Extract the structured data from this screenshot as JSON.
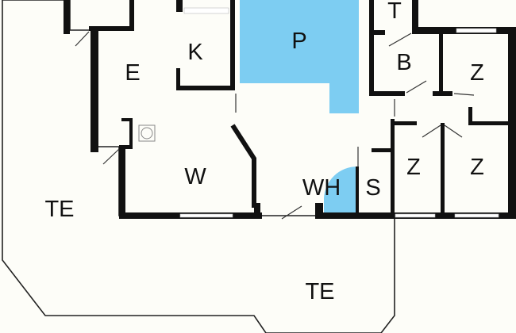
{
  "plan": {
    "colors": {
      "pool": "#7dcdf2",
      "wall": "#111111",
      "floor": "#fdfdf8"
    },
    "rooms": {
      "toilet": "T",
      "kitchen": "K",
      "pool": "P",
      "bathroom": "B",
      "bedroom_top_right": "Z",
      "entrance": "E",
      "living": "W",
      "bedroom_mid": "Z",
      "bedroom_right": "Z",
      "storage": "S",
      "whirlpool": "WH",
      "terrace_left": "TE",
      "terrace_bottom": "TE"
    }
  }
}
